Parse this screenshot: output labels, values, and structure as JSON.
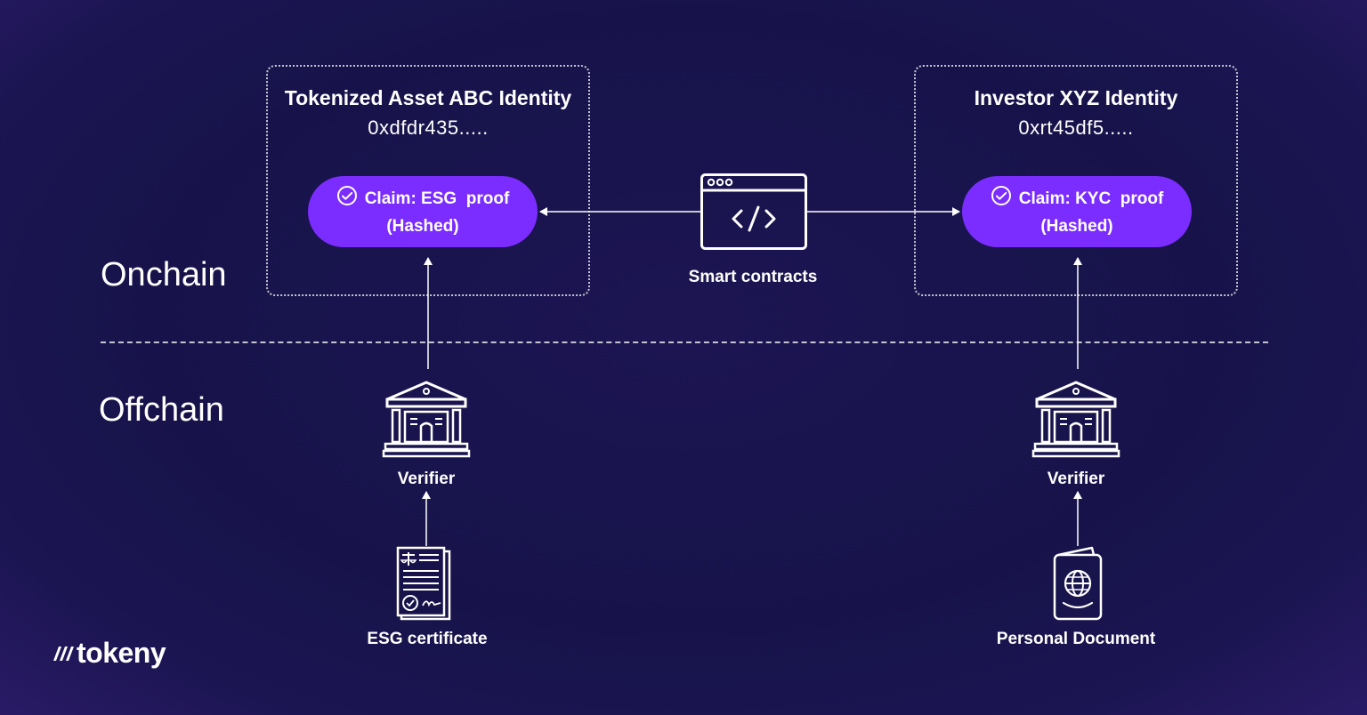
{
  "layers": {
    "onchain": "Onchain",
    "offchain": "Offchain"
  },
  "left_identity": {
    "title": "Tokenized Asset ABC Identity",
    "address": "0xdfdr435.....",
    "claim_line1": "Claim: ESG  proof",
    "claim_line2": "(Hashed)"
  },
  "right_identity": {
    "title": "Investor XYZ Identity",
    "address": "0xrt45df5.....",
    "claim_line1": "Claim: KYC  proof",
    "claim_line2": "(Hashed)"
  },
  "smart_contracts": {
    "label": "Smart contracts",
    "icon": "code-window-icon"
  },
  "left_chain": {
    "verifier": "Verifier",
    "document": "ESG certificate",
    "verifier_icon": "bank-building-icon",
    "document_icon": "certificate-icon"
  },
  "right_chain": {
    "verifier": "Verifier",
    "document": "Personal Document",
    "verifier_icon": "bank-building-icon",
    "document_icon": "passport-icon"
  },
  "brand": {
    "name": "tokeny"
  },
  "colors": {
    "background": "#17134a",
    "accent": "#7b2cff",
    "line": "#ffffff"
  }
}
